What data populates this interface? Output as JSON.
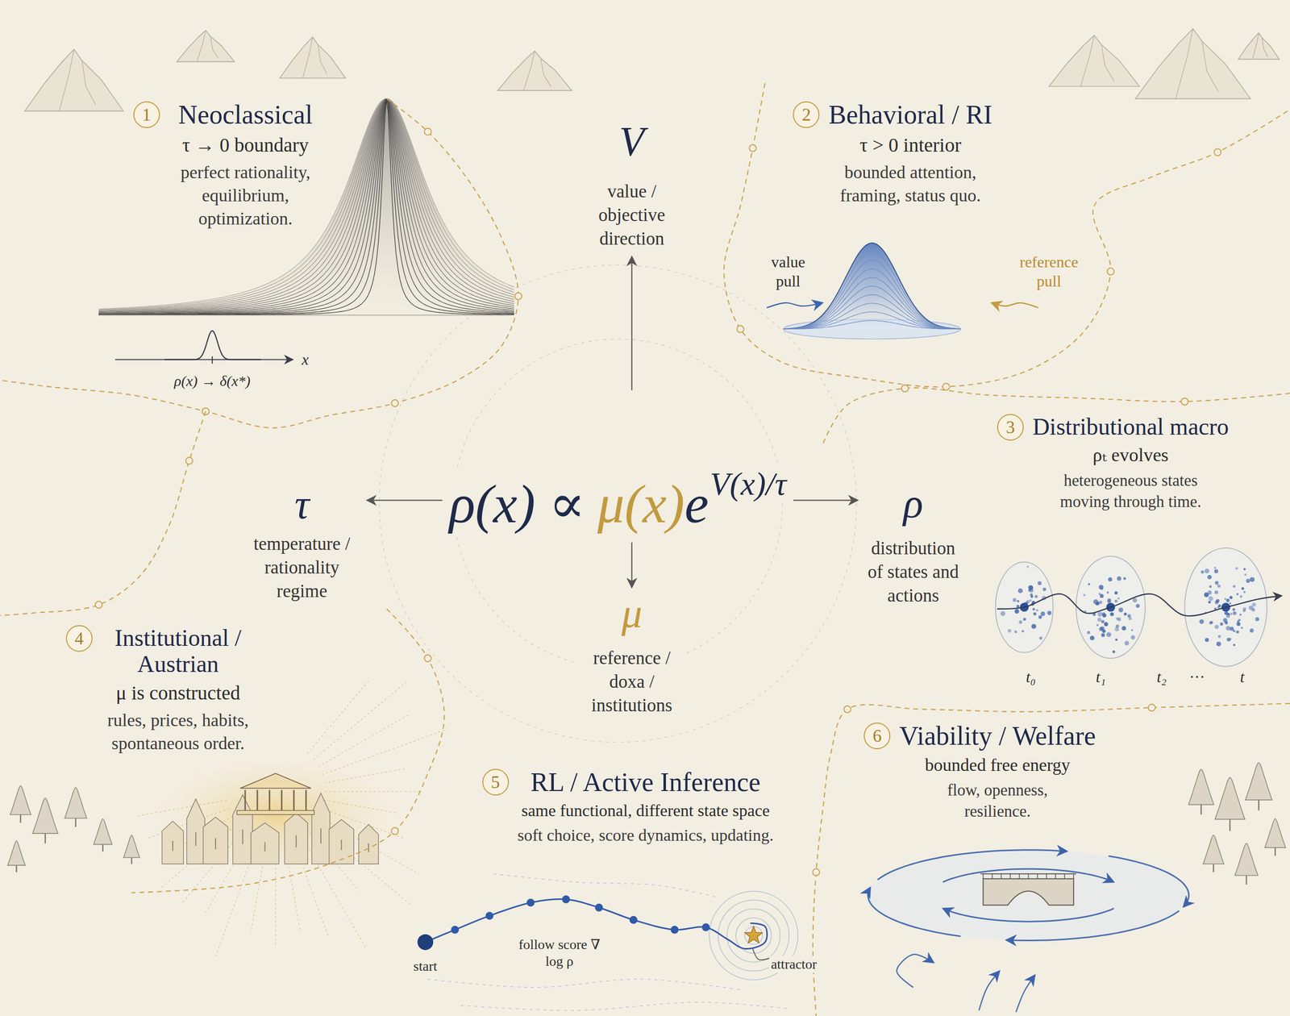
{
  "diagram": {
    "nodes": [
      {
        "text": [
          "1",
          "Neoclassical",
          "τ → 0 boundary",
          "perfect rationality, equilibrium, optimization."
        ]
      },
      {
        "text": [
          "V",
          "value / objective direction"
        ]
      },
      {
        "text": [
          "2",
          "Behavioral / RI",
          "τ > 0 interior",
          "bounded attention, framing, status quo."
        ]
      },
      {
        "text": [
          "3",
          "Distributional macro",
          "ρₜ evolves",
          "heterogeneous states moving through time."
        ]
      },
      {
        "text": [
          "τ",
          "temperature / rationality regime"
        ]
      },
      {
        "text": [
          "ρ(x) ∝",
          "μ(x)",
          "e",
          "V(x)/τ"
        ]
      },
      {
        "text": [
          "ρ",
          "distribution of states and actions"
        ]
      },
      {
        "text": [
          "4",
          "Institutional / Austrian",
          "μ is constructed",
          "rules, prices, habits, spontaneous order."
        ]
      },
      {
        "text": [
          "μ",
          "reference / doxa / institutions"
        ]
      },
      {
        "text": [
          "5",
          "RL / Active Inference",
          "same functional, different state space",
          "soft choice, score dynamics, updating."
        ]
      },
      {
        "text": [
          "6",
          "Viability / Welfare",
          "bounded free energy",
          "flow, openness, resilience."
        ]
      }
    ],
    "edges": [
      {
        "from": 5,
        "to": 1,
        "arrow": "to"
      },
      {
        "from": 5,
        "to": 4,
        "arrow": "to"
      },
      {
        "from": 5,
        "to": 6,
        "arrow": "to"
      },
      {
        "from": 5,
        "to": 8,
        "arrow": "to"
      }
    ],
    "labels": [
      "ρ(x) → δ(x*)",
      "x",
      "value pull",
      "reference pull",
      "t₀",
      "t₁",
      "t₂",
      "···",
      "t",
      "start",
      "follow score ∇ log ρ",
      "attractor"
    ]
  }
}
